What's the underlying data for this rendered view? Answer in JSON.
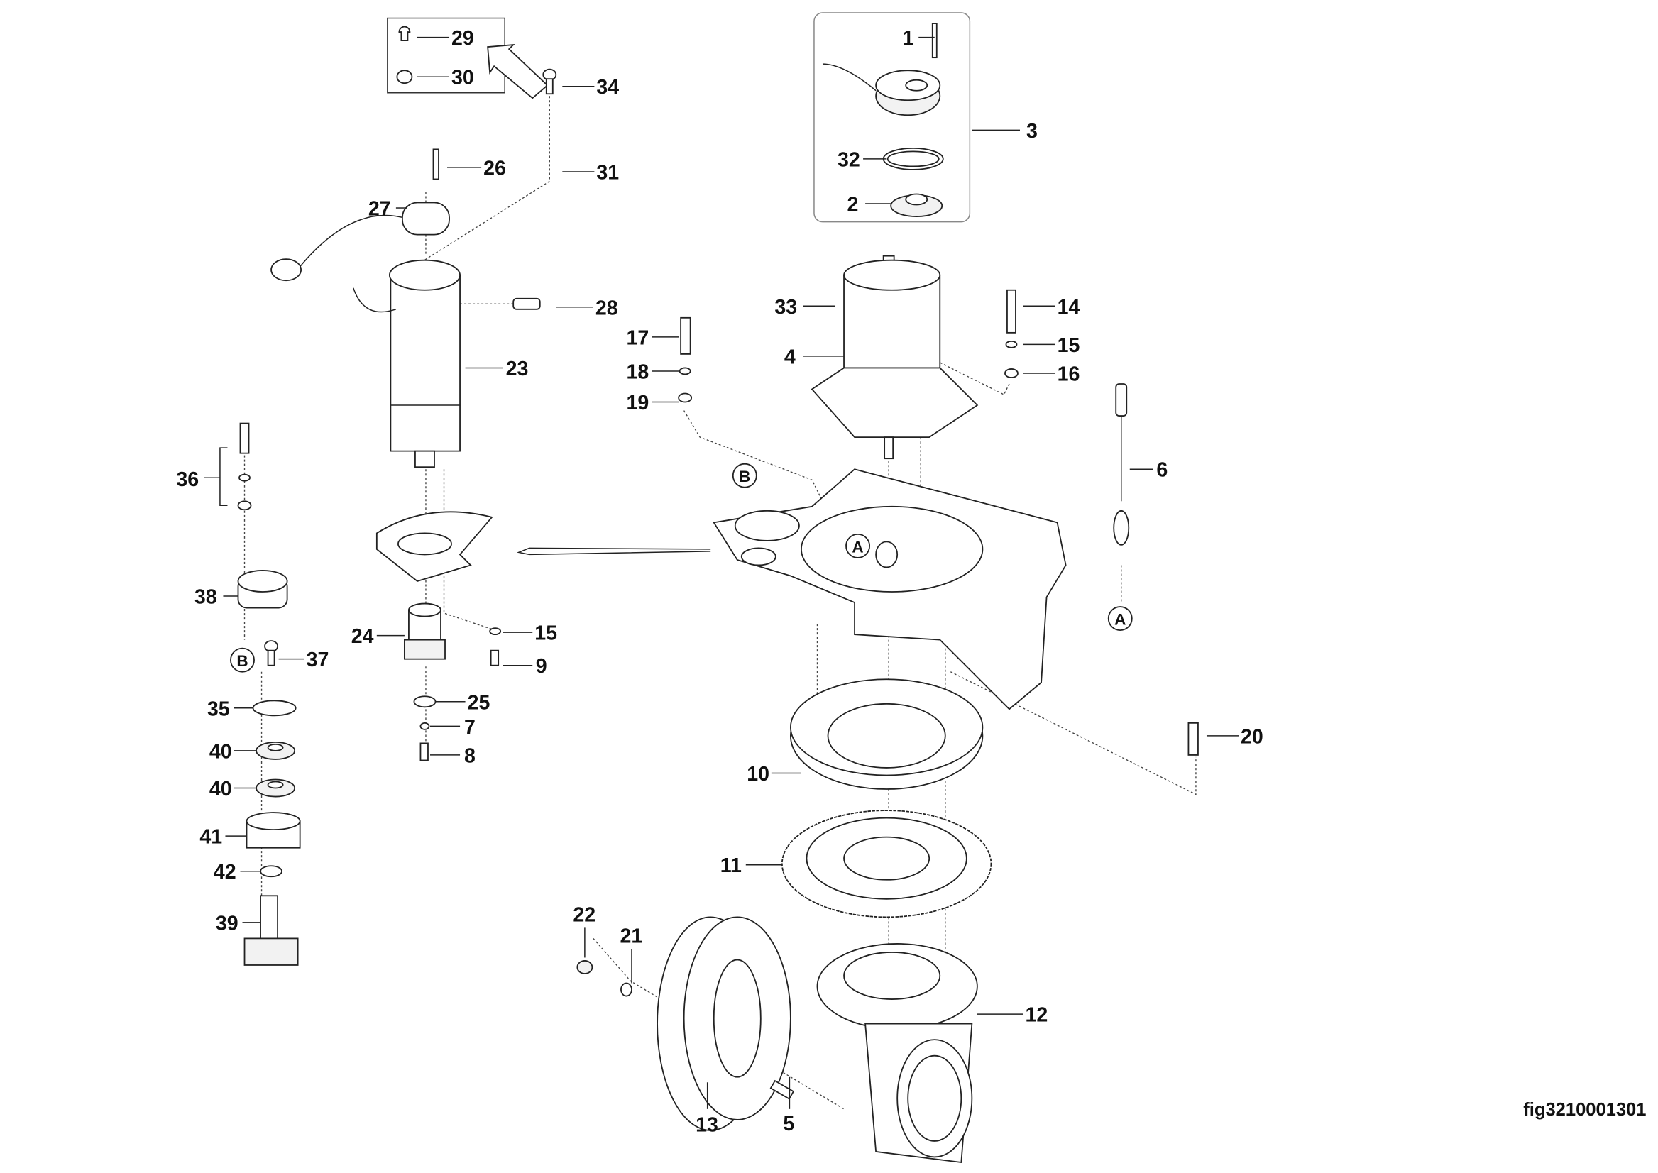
{
  "figure_id": "fig3210001301",
  "callouts": [
    "1",
    "2",
    "3",
    "4",
    "5",
    "6",
    "7",
    "8",
    "9",
    "10",
    "11",
    "12",
    "13",
    "14",
    "15",
    "15",
    "16",
    "17",
    "18",
    "19",
    "20",
    "21",
    "22",
    "23",
    "24",
    "25",
    "26",
    "27",
    "28",
    "29",
    "30",
    "31",
    "32",
    "33",
    "34",
    "35",
    "36",
    "37",
    "38",
    "39",
    "40",
    "40",
    "41",
    "42"
  ],
  "reference_markers": [
    "A",
    "A",
    "B",
    "B"
  ]
}
